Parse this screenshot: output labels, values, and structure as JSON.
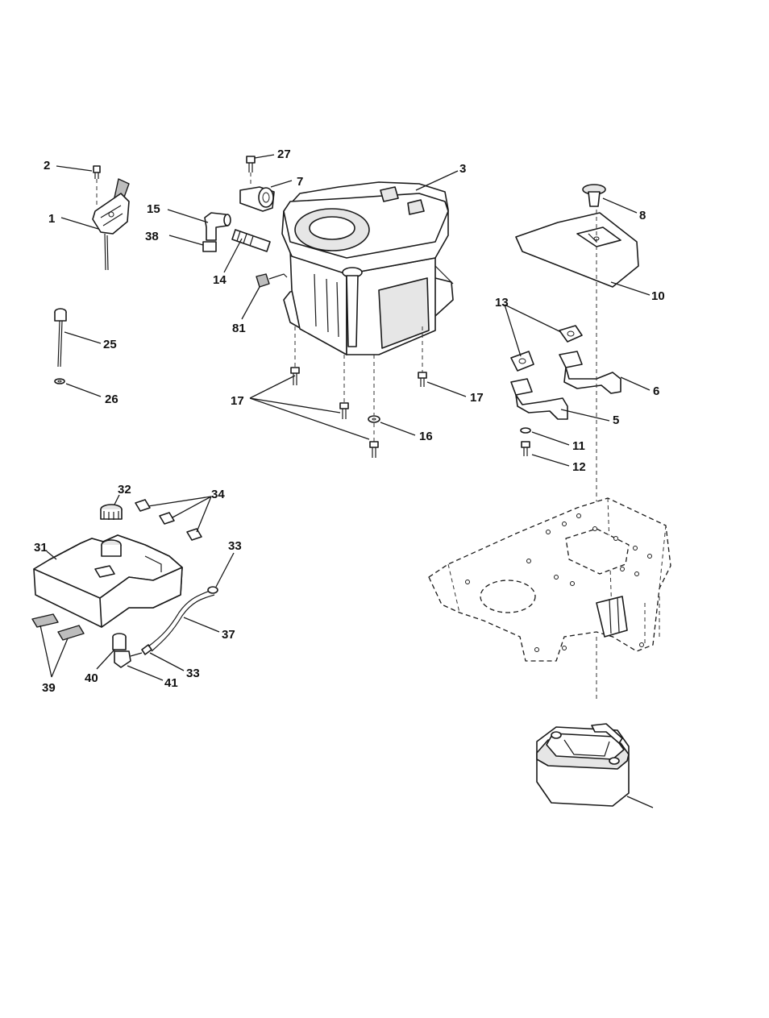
{
  "labels": {
    "p1": "1",
    "p2": "2",
    "p3": "3",
    "p5": "5",
    "p6": "6",
    "p7": "7",
    "p8": "8",
    "p10": "10",
    "p11": "11",
    "p12": "12",
    "p13": "13",
    "p14": "14",
    "p15": "15",
    "p16": "16",
    "p17a": "17",
    "p17b": "17",
    "p25": "25",
    "p26": "26",
    "p27": "27",
    "p31": "31",
    "p32": "32",
    "p33a": "33",
    "p33b": "33",
    "p34": "34",
    "p37": "37",
    "p38": "38",
    "p39": "39",
    "p40": "40",
    "p41": "41",
    "p81": "81"
  }
}
